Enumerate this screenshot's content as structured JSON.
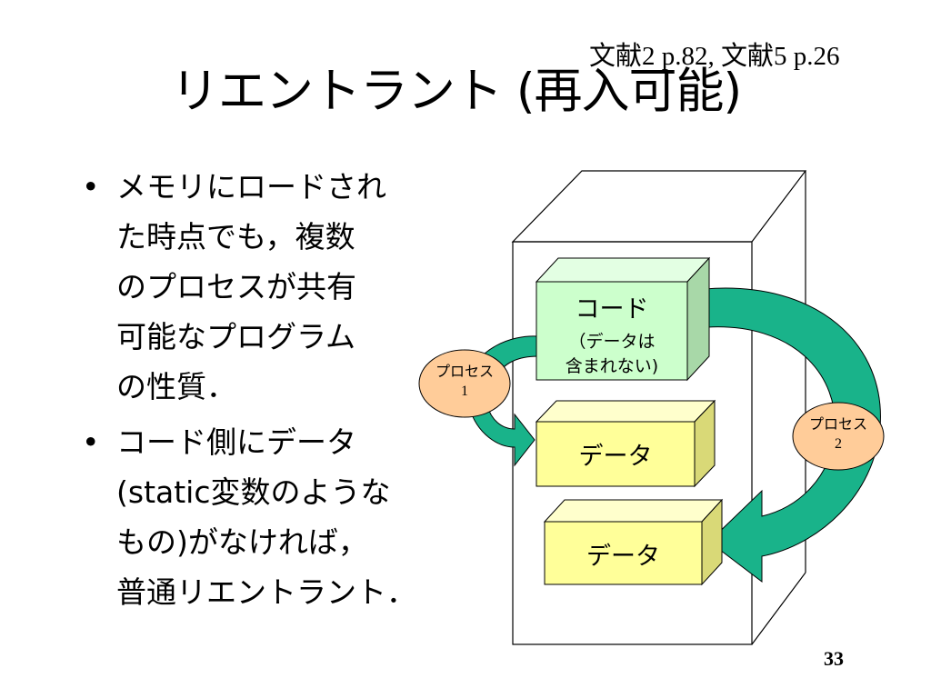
{
  "slide": {
    "reference": "文献2 p.82, 文献5 p.26",
    "title": "リエントラント (再入可能)",
    "bullets": [
      {
        "lines": [
          "メモリにロードされ",
          "た時点でも，複数",
          "のプロセスが共有",
          "可能なプログラム",
          "の性質．"
        ]
      },
      {
        "lines": [
          "コード側にデータ",
          "(static変数のような",
          "もの)がなければ，",
          "普通リエントラント．"
        ]
      }
    ],
    "page_number": "33"
  },
  "diagram": {
    "code_box": {
      "title": "コード",
      "note_line1": "（データは",
      "note_line2": "含まれない)"
    },
    "data_box_1": "データ",
    "data_box_2": "データ",
    "process_1": {
      "line1": "プロセス",
      "line2": "1"
    },
    "process_2": {
      "line1": "プロセス",
      "line2": "2"
    },
    "colors": {
      "code_front": "#ccffcc",
      "code_side": "#a8d8a8",
      "data_front": "#ffff99",
      "data_side": "#d9d977",
      "arrow": "#19b38a",
      "bubble": "#ffcc99"
    }
  }
}
